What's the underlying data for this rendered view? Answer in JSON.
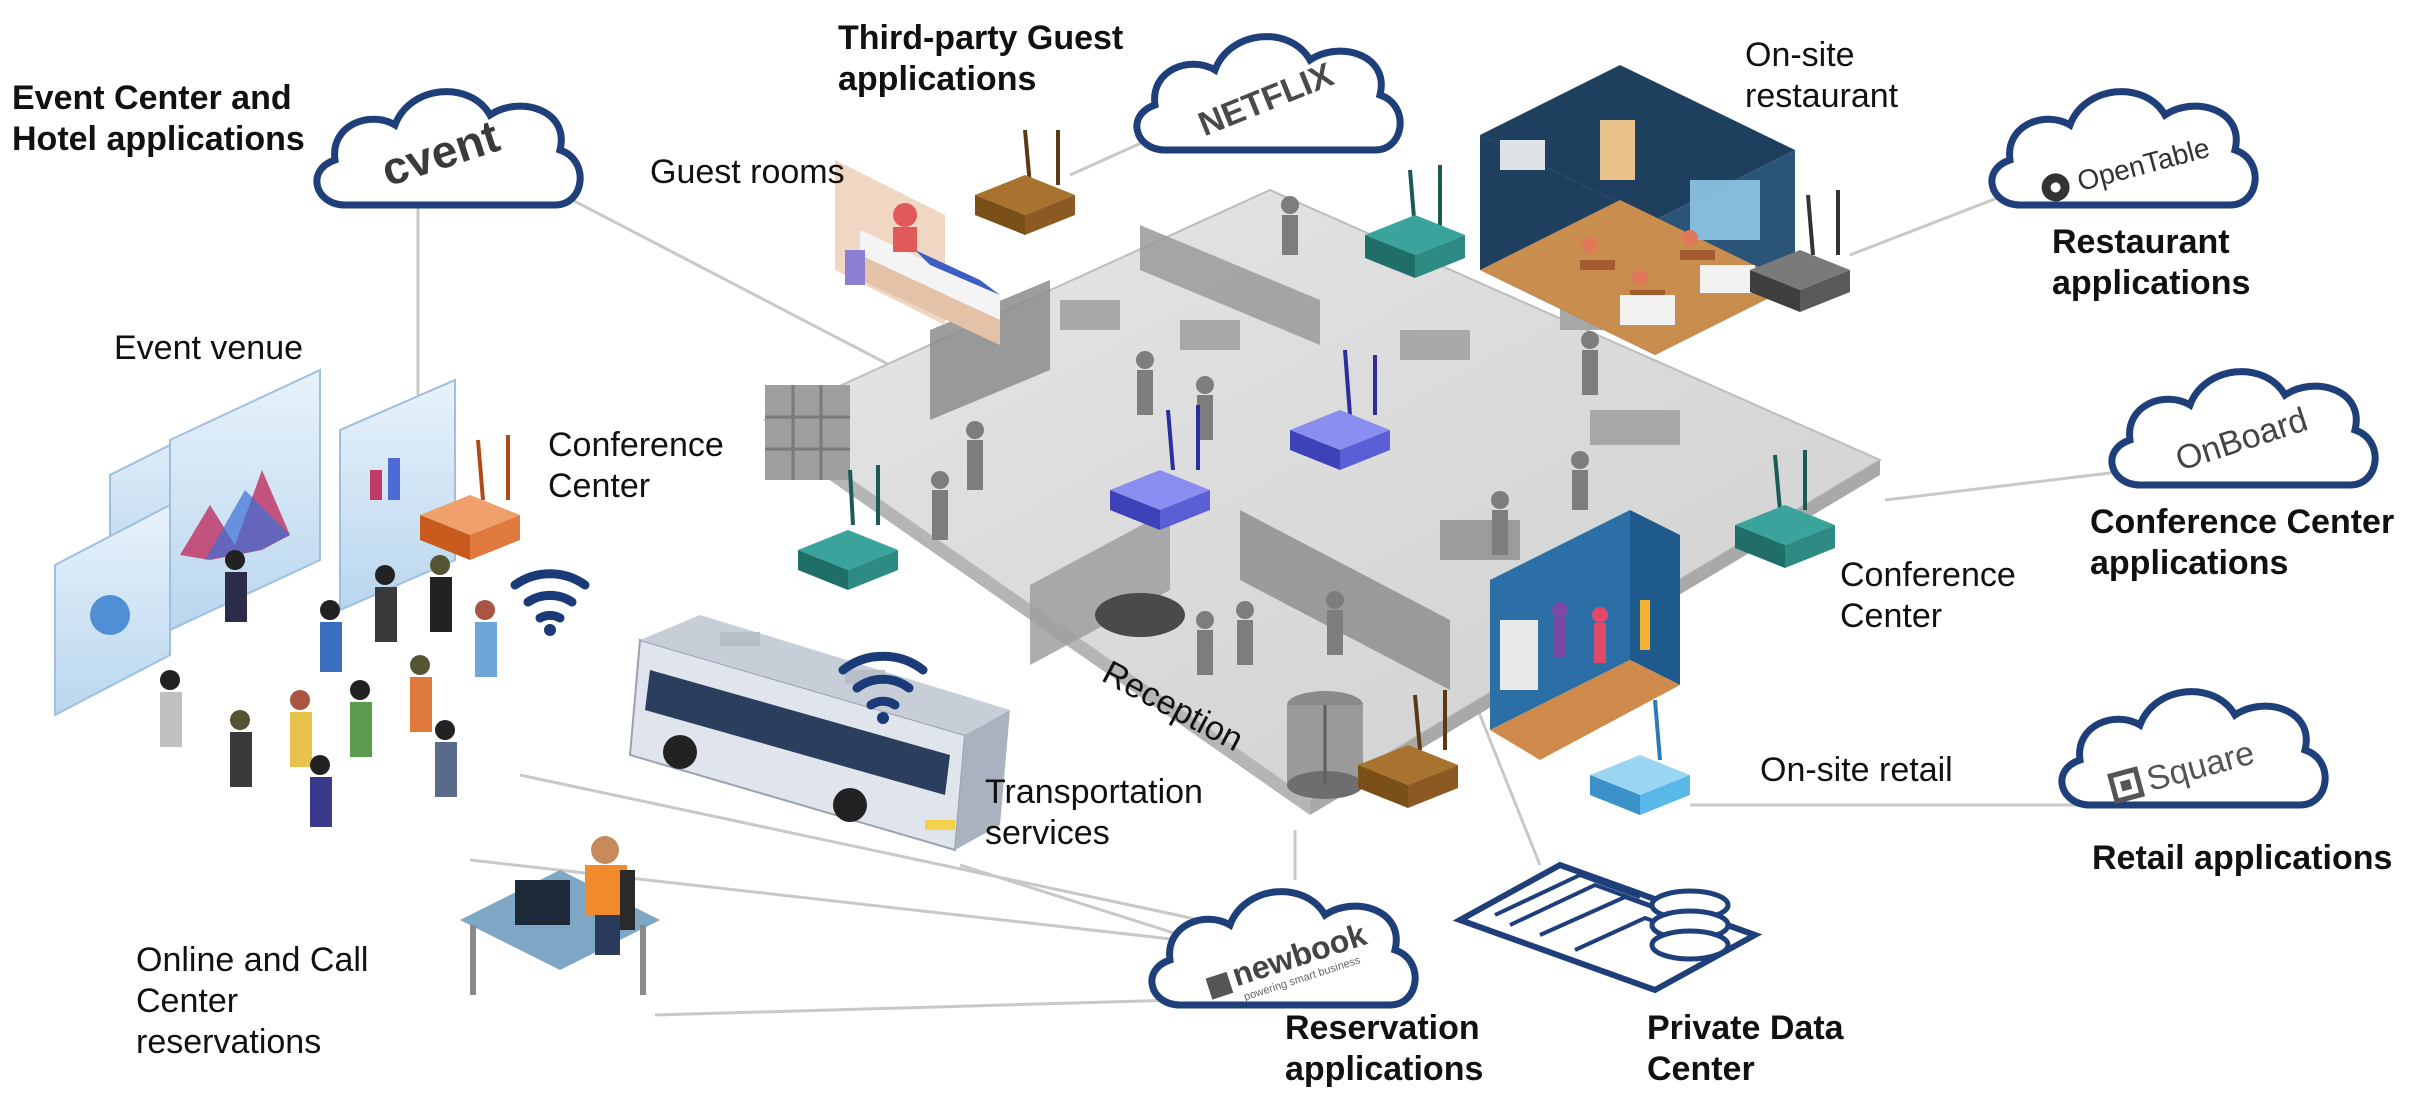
{
  "labels": {
    "event_center_apps": [
      "Event Center and",
      "Hotel applications"
    ],
    "third_party_guest_apps": [
      "Third-party Guest",
      "applications"
    ],
    "on_site_restaurant": [
      "On-site",
      "restaurant"
    ],
    "restaurant_apps": [
      "Restaurant",
      "applications"
    ],
    "guest_rooms": "Guest rooms",
    "event_venue": "Event venue",
    "conference_center_left": [
      "Conference",
      "Center"
    ],
    "conference_center_right": [
      "Conference",
      "Center"
    ],
    "conference_center_apps": [
      "Conference Center",
      "applications"
    ],
    "reception": "Reception",
    "transportation_services": [
      "Transportation",
      "services"
    ],
    "on_site_retail": "On-site retail",
    "retail_apps": "Retail applications",
    "online_call_center": [
      "Online and Call",
      "Center",
      "reservations"
    ],
    "reservation_apps": [
      "Reservation",
      "applications"
    ],
    "private_data_center": [
      "Private Data",
      "Center"
    ]
  },
  "clouds": {
    "cvent": "cvent",
    "netflix": "NETFLIX",
    "opentable": "OpenTable",
    "onboard": "OnBoard",
    "square": "Square",
    "newbook": "newbook",
    "newbook_tagline": "powering smart business"
  },
  "colors": {
    "cloud_outline": "#1f3f7a",
    "link_line": "#c8c8c8",
    "router_teal": "#2e8b84",
    "router_purple": "#5b5fd6",
    "router_brown": "#8a5a22",
    "router_gray": "#5a5a5a",
    "router_orange": "#e07a3c",
    "router_lightblue": "#5ab8e8",
    "wifi_blue": "#1a3a78",
    "floor_gray": "#d9d9d9"
  }
}
